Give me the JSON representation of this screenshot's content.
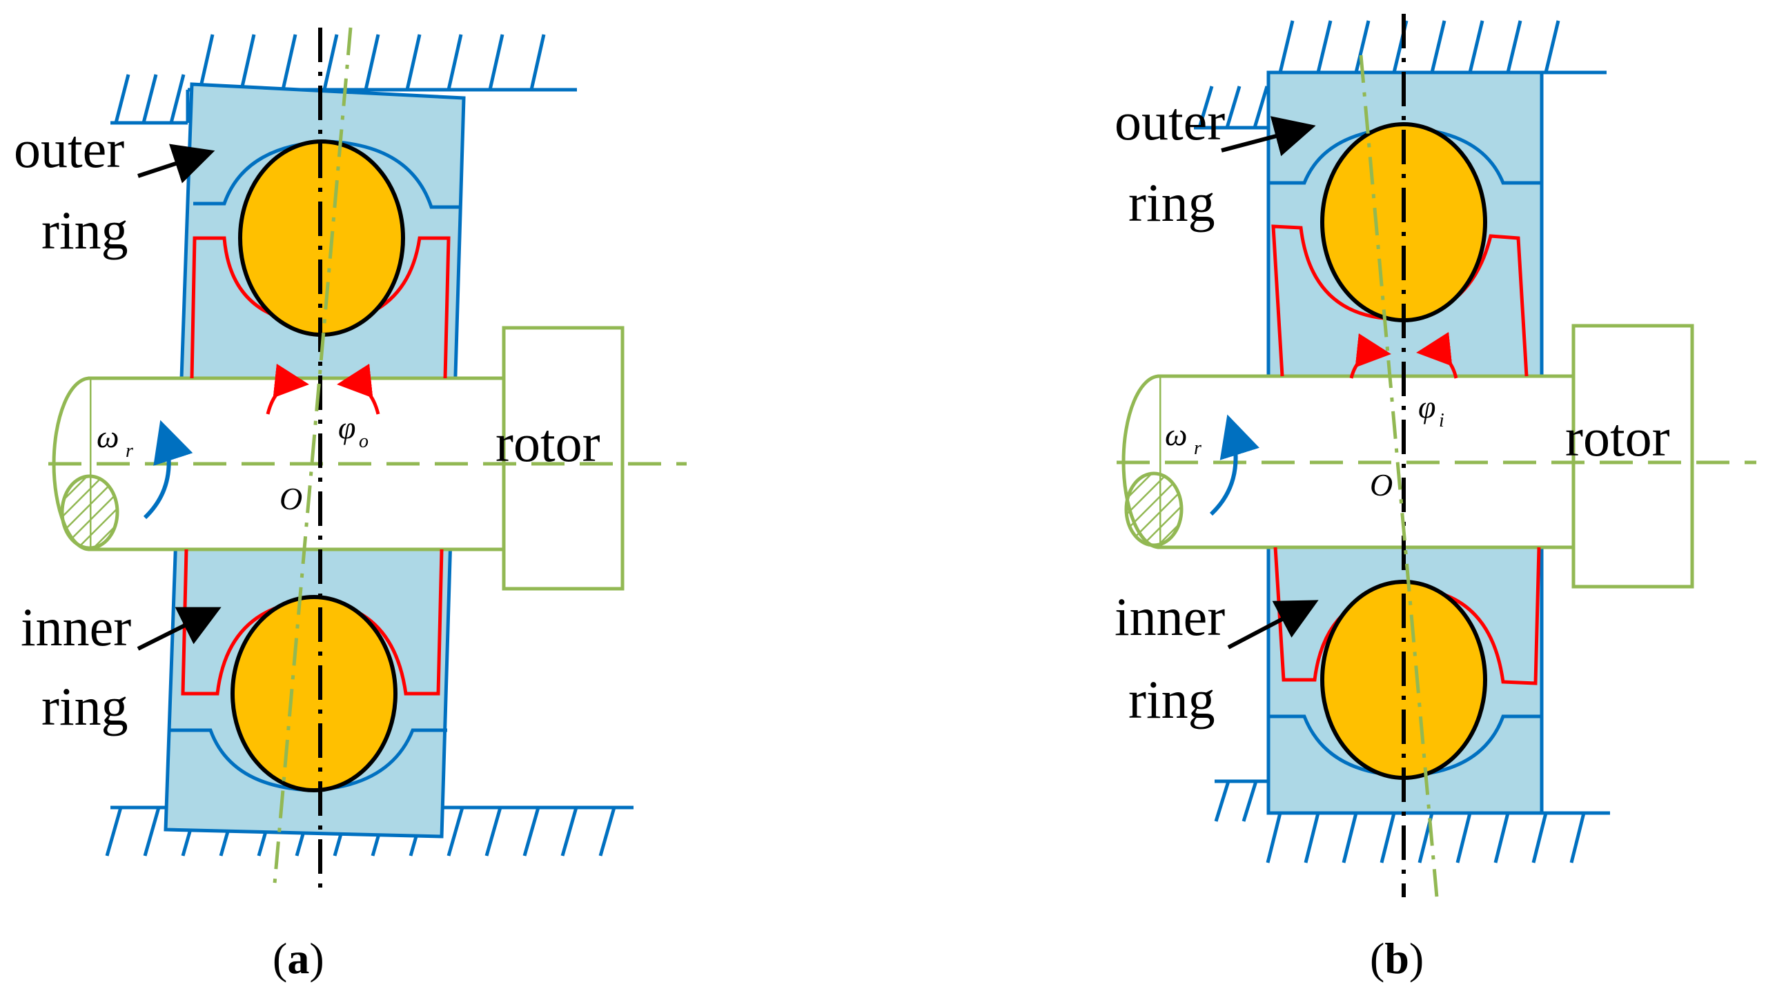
{
  "colors": {
    "housing": "#0070c0",
    "ring_fill": "#add8e6",
    "inner_ring": "#ff0000",
    "ball": "#ffc000",
    "shaft": "#92b853",
    "axis": "#000000"
  },
  "panel_a": {
    "outer_ring_label_1": "outer",
    "outer_ring_label_2": "ring",
    "inner_ring_label_1": "inner",
    "inner_ring_label_2": "ring",
    "rotor_label": "rotor",
    "omega_symbol": "ω",
    "omega_sub": "r",
    "phi_symbol": "φ",
    "phi_sub": "o",
    "origin_label": "O",
    "caption_open": "(",
    "caption_letter": "a",
    "caption_close": ")"
  },
  "panel_b": {
    "outer_ring_label_1": "outer",
    "outer_ring_label_2": "ring",
    "inner_ring_label_1": "inner",
    "inner_ring_label_2": "ring",
    "rotor_label": "rotor",
    "omega_symbol": "ω",
    "omega_sub": "r",
    "phi_symbol": "φ",
    "phi_sub": "i",
    "origin_label": "O",
    "caption_open": "(",
    "caption_letter": "b",
    "caption_close": ")"
  }
}
